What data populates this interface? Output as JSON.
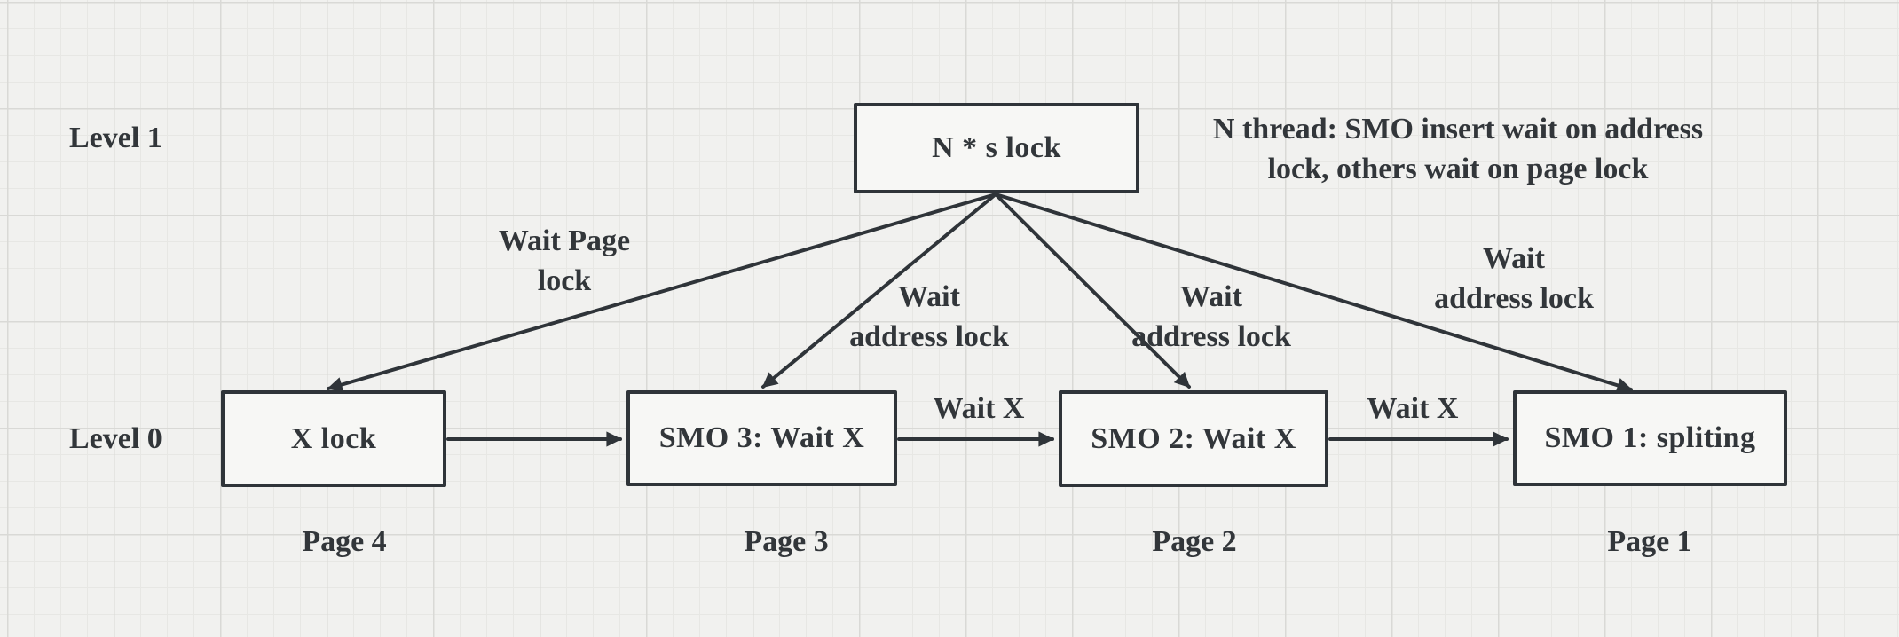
{
  "colors": {
    "background": "#f1f1ef",
    "grid_minor": "#e7e7e4",
    "grid_major": "#d9d9d6",
    "ink": "#2f3439",
    "node_fill": "#f7f7f5"
  },
  "levels": {
    "level1": "Level 1",
    "level0": "Level 0"
  },
  "annotation": {
    "line1": "N thread: SMO insert wait on address",
    "line2": "lock, others wait on page lock"
  },
  "nodes": {
    "root": {
      "label": "N * s lock"
    },
    "xlock": {
      "label": "X lock"
    },
    "smo3": {
      "label": "SMO 3: Wait X"
    },
    "smo2": {
      "label": "SMO 2: Wait X"
    },
    "smo1": {
      "label": "SMO 1: spliting"
    }
  },
  "pages": {
    "page4": "Page 4",
    "page3": "Page 3",
    "page2": "Page 2",
    "page1": "Page 1"
  },
  "edge_labels": {
    "root_to_xlock": {
      "line1": "Wait Page",
      "line2": "lock"
    },
    "root_to_smo3": {
      "line1": "Wait",
      "line2": "address lock"
    },
    "root_to_smo2": {
      "line1": "Wait",
      "line2": "address lock"
    },
    "root_to_smo1": {
      "line1": "Wait",
      "line2": "address lock"
    },
    "smo3_to_smo2": "Wait X",
    "smo2_to_smo1": "Wait X"
  }
}
